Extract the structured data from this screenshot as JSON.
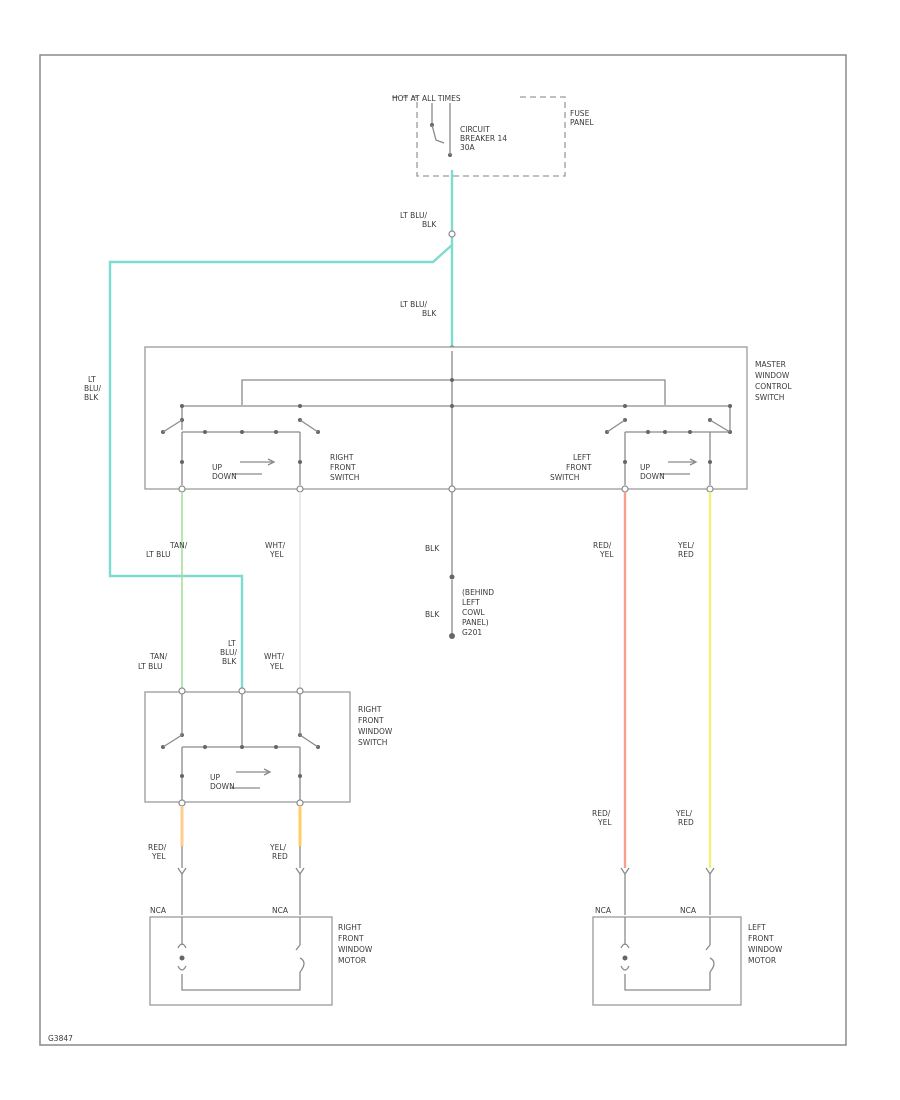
{
  "colors": {
    "lt_blu_blk": "#7fdad0",
    "tan_lt_blu": "#a6e0a0",
    "wht_yel": "#e4e4e4",
    "red_yel": "#f6a089",
    "yel_red": "#f0f07a",
    "red_yel_short": "#ffcc8c",
    "yel_red_short": "#ffcc66"
  },
  "labels": {
    "hot_at_all_times": "HOT AT ALL TIMES",
    "circuit_breaker": [
      "CIRCUIT",
      "BREAKER 14",
      "30A"
    ],
    "fuse_panel": [
      "FUSE",
      "PANEL"
    ],
    "lt_blu_blk_1": [
      "LT BLU/",
      "BLK"
    ],
    "lt_blu_blk_2": [
      "LT BLU/",
      "BLK"
    ],
    "lt_blu_blk_left": [
      "LT",
      "BLU/",
      "BLK"
    ],
    "master_switch": [
      "MASTER",
      "WINDOW",
      "CONTROL",
      "SWITCH"
    ],
    "right_front_switch": [
      "RIGHT",
      "FRONT",
      "SWITCH"
    ],
    "left_front_switch": [
      "LEFT",
      "FRONT",
      "SWITCH"
    ],
    "up_down_master_r": [
      "UP",
      "DOWN"
    ],
    "up_down_master_l": [
      "UP",
      "DOWN"
    ],
    "tan_lt_blu_1": [
      "TAN/",
      "LT BLU"
    ],
    "wht_yel_1": [
      "WHT/",
      "YEL"
    ],
    "blk_1": "BLK",
    "blk_2": "BLK",
    "ground": [
      "(BEHIND",
      "LEFT",
      "COWL",
      "PANEL)",
      "G201"
    ],
    "red_yel_1": [
      "RED/",
      "YEL"
    ],
    "yel_red_1": [
      "YEL/",
      "RED"
    ],
    "tan_lt_blu_2": [
      "TAN/",
      "LT BLU"
    ],
    "lt_blu_blk_3": [
      "LT",
      "BLU/",
      "BLK"
    ],
    "wht_yel_2": [
      "WHT/",
      "YEL"
    ],
    "right_front_window_switch": [
      "RIGHT",
      "FRONT",
      "WINDOW",
      "SWITCH"
    ],
    "up_down_rfws": [
      "UP",
      "DOWN"
    ],
    "red_yel_2": [
      "RED/",
      "YEL"
    ],
    "yel_red_2": [
      "YEL/",
      "RED"
    ],
    "red_yel_3": [
      "RED/",
      "YEL"
    ],
    "yel_red_3": [
      "YEL/",
      "RED"
    ],
    "nca_1": "NCA",
    "nca_2": "NCA",
    "nca_3": "NCA",
    "nca_4": "NCA",
    "right_front_window_motor": [
      "RIGHT",
      "FRONT",
      "WINDOW",
      "MOTOR"
    ],
    "left_front_window_motor": [
      "LEFT",
      "FRONT",
      "WINDOW",
      "MOTOR"
    ],
    "figure_id": "G3847"
  }
}
